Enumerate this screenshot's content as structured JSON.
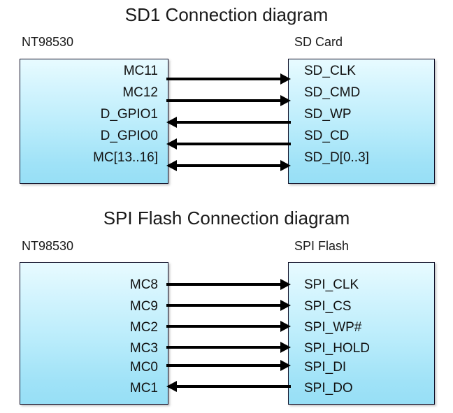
{
  "diagrams": [
    {
      "title": "SD1 Connection diagram",
      "left_box": {
        "caption": "NT98530",
        "pins": [
          "MC11",
          "MC12",
          "D_GPIO1",
          "D_GPIO0",
          "MC[13..16]"
        ]
      },
      "right_box": {
        "caption": "SD Card",
        "pins": [
          "SD_CLK",
          "SD_CMD",
          "SD_WP",
          "SD_CD",
          "SD_D[0..3]"
        ]
      },
      "connections": [
        {
          "from": "MC11",
          "to": "SD_CLK",
          "direction": "right"
        },
        {
          "from": "MC12",
          "to": "SD_CMD",
          "direction": "right"
        },
        {
          "from": "D_GPIO1",
          "to": "SD_WP",
          "direction": "left"
        },
        {
          "from": "D_GPIO0",
          "to": "SD_CD",
          "direction": "left"
        },
        {
          "from": "MC[13..16]",
          "to": "SD_D[0..3]",
          "direction": "both"
        }
      ]
    },
    {
      "title": "SPI Flash Connection diagram",
      "left_box": {
        "caption": "NT98530",
        "pins": [
          "MC8",
          "MC9",
          "MC2",
          "MC3",
          "MC0",
          "MC1"
        ]
      },
      "right_box": {
        "caption": "SPI Flash",
        "pins": [
          "SPI_CLK",
          "SPI_CS",
          "SPI_WP#",
          "SPI_HOLD",
          "SPI_DI",
          "SPI_DO"
        ]
      },
      "connections": [
        {
          "from": "MC8",
          "to": "SPI_CLK",
          "direction": "right"
        },
        {
          "from": "MC9",
          "to": "SPI_CS",
          "direction": "right"
        },
        {
          "from": "MC2",
          "to": "SPI_WP#",
          "direction": "right"
        },
        {
          "from": "MC3",
          "to": "SPI_HOLD",
          "direction": "right"
        },
        {
          "from": "MC0",
          "to": "SPI_DI",
          "direction": "right"
        },
        {
          "from": "MC1",
          "to": "SPI_DO",
          "direction": "left"
        }
      ]
    }
  ],
  "colors": {
    "box_fill_top": "#e8fbff",
    "box_fill_bottom": "#97dff6",
    "box_border": "#0d0d26",
    "line": "#000000",
    "text": "#111111",
    "background": "#ffffff"
  }
}
